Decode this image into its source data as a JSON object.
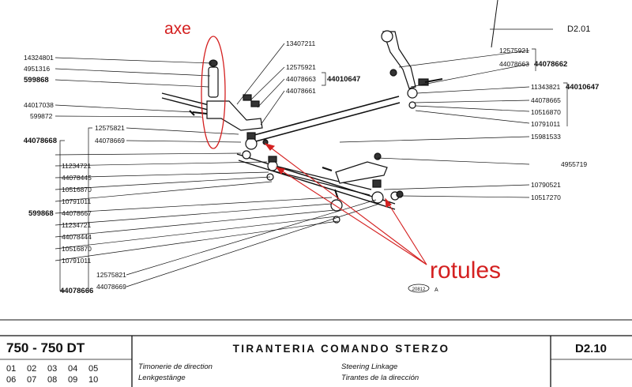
{
  "diagram": {
    "code": "D2.01",
    "figure_no": "20812",
    "figure_suffix": "A",
    "annotations": {
      "axe": "axe",
      "rotules": "rotules"
    },
    "parts_left": [
      "14324801",
      "4951316",
      "599868",
      "44017038",
      "599872",
      "12575821",
      "44078669",
      "44078668",
      "11234721",
      "44078445",
      "10516870",
      "10791011",
      "44078667",
      "599868",
      "11234721",
      "44078444",
      "10516870",
      "10791011",
      "12575821",
      "44078669",
      "44078666"
    ],
    "parts_top": [
      "13407211",
      "12575921",
      "44078663",
      "44010647",
      "44078661"
    ],
    "parts_right": [
      "12575921",
      "44078663",
      "44078662",
      "11343821",
      "44010647",
      "44078665",
      "10516870",
      "10791011",
      "15981533",
      "4955719",
      "10790521",
      "10517270"
    ]
  },
  "footer": {
    "model": "750 - 750 DT",
    "variants_row1": [
      "01",
      "02",
      "03",
      "04",
      "05"
    ],
    "variants_row2": [
      "06",
      "07",
      "08",
      "09",
      "10"
    ],
    "title_it": "TIRANTERIA COMANDO STERZO",
    "title_fr": "Timonerie de direction",
    "title_de": "Lenkgestänge",
    "title_en": "Steering Linkage",
    "title_es": "Tirantes de la dirección",
    "page_code": "D2.10"
  },
  "colors": {
    "annotation": "#d42020",
    "ink": "#111111"
  }
}
